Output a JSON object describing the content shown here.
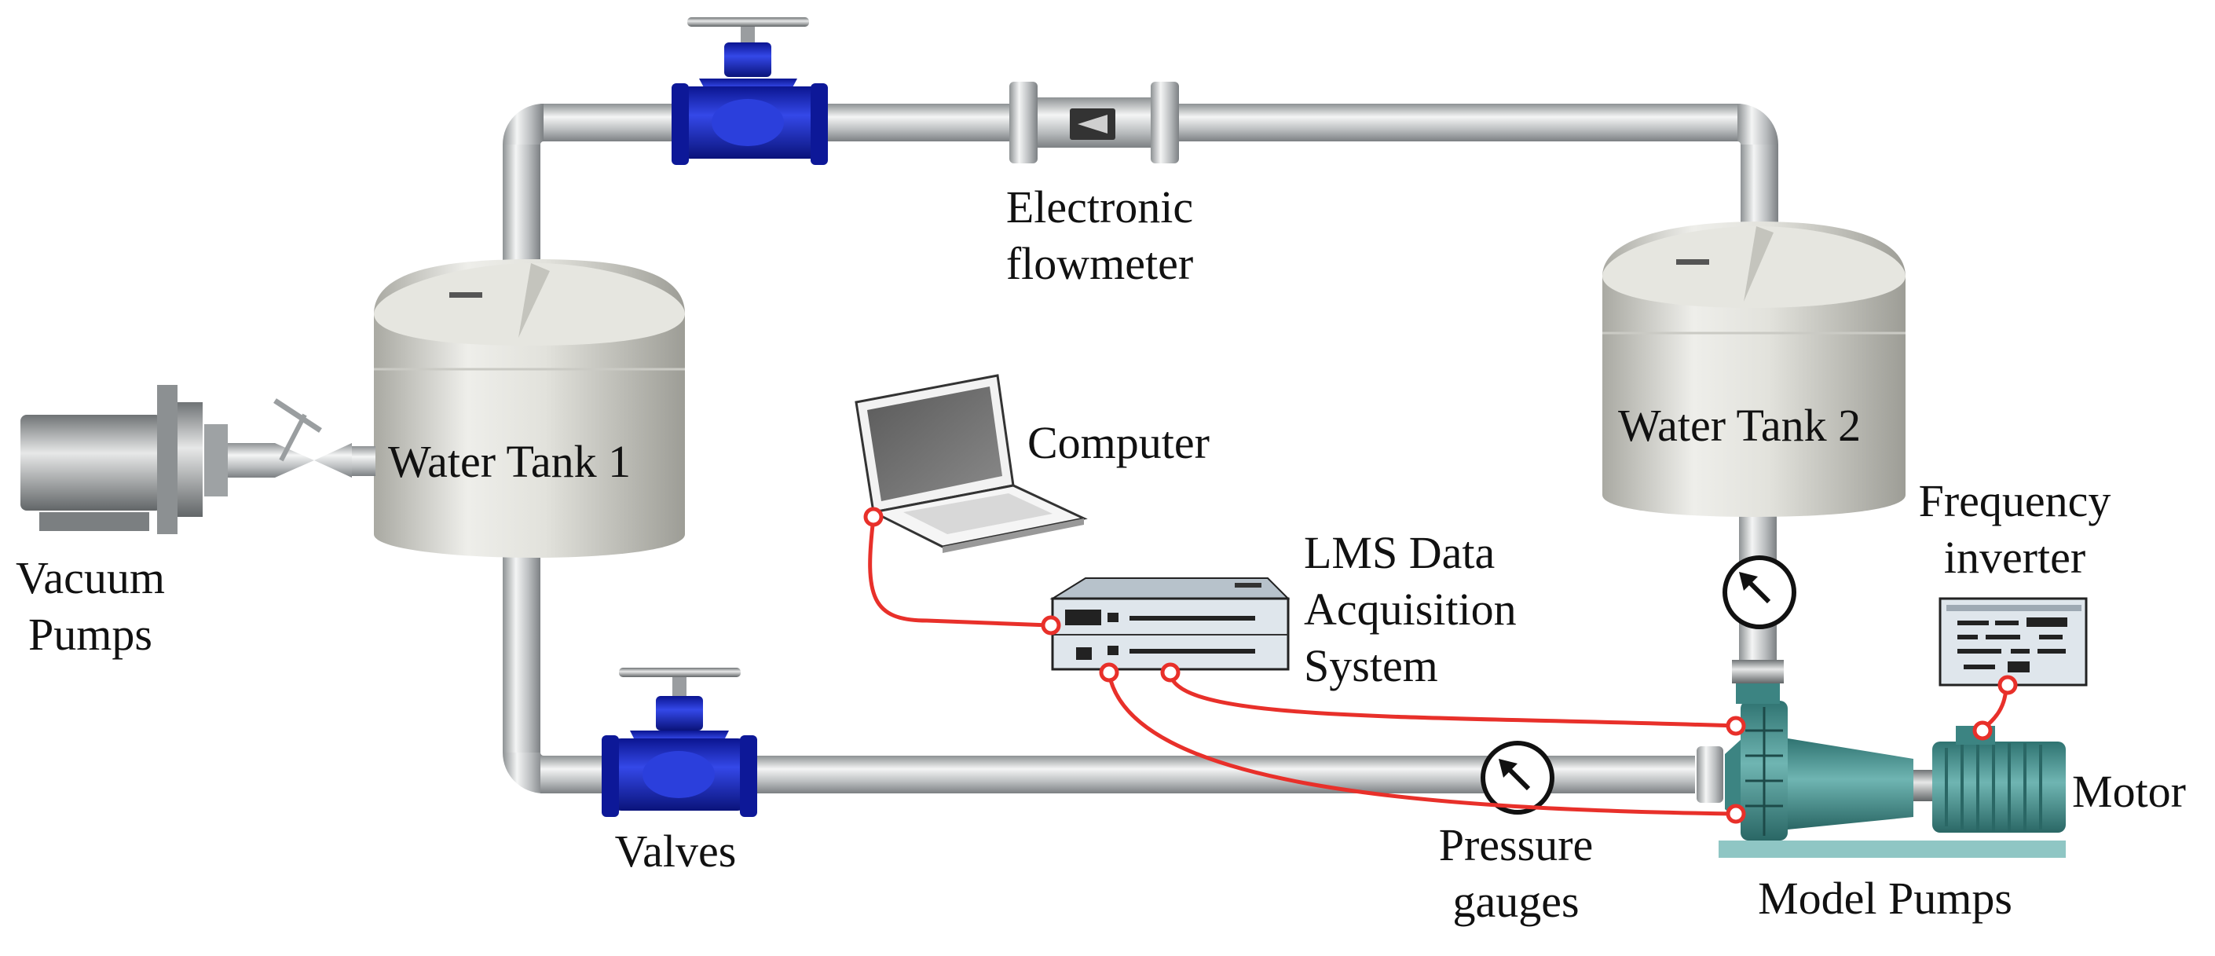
{
  "labels": {
    "flowmeter_line1": "Electronic",
    "flowmeter_line2": "flowmeter",
    "tank1": "Water Tank 1",
    "tank2": "Water Tank 2",
    "vacuum_line1": "Vacuum",
    "vacuum_line2": "Pumps",
    "computer": "Computer",
    "daq_line1": "LMS Data",
    "daq_line2": "Acquisition",
    "daq_line3": "System",
    "freq_line1": "Frequency",
    "freq_line2": "inverter",
    "motor": "Motor",
    "valves": "Valves",
    "pressure_line1": "Pressure",
    "pressure_line2": "gauges",
    "model_pumps": "Model Pumps"
  },
  "colors": {
    "pipe": "#c9ccce",
    "valve": "#1d2fc4",
    "tank": "#d8d8d2",
    "cable": "#e8302a",
    "pump": "#4f9a98"
  }
}
